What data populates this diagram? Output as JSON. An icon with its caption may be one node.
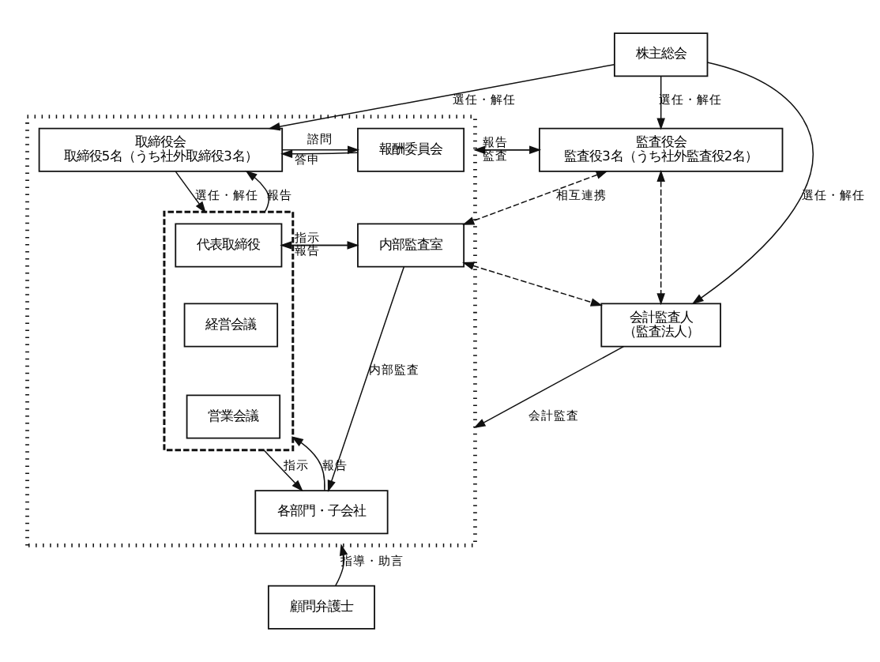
{
  "diagram": {
    "nodes": [
      {
        "text": [
          "株主総会"
        ]
      },
      {
        "text": [],
        "shape": "box"
      },
      {
        "text": [
          "取締役会",
          "取締役5名（うち社外取締役3名）"
        ],
        "in": 1
      },
      {
        "text": [
          "報酬委員会"
        ],
        "in": 1
      },
      {
        "text": [],
        "shape": "box",
        "in": 1
      },
      {
        "text": [
          "代表取締役"
        ],
        "in": 4
      },
      {
        "text": [
          "経営会議"
        ],
        "in": 4
      },
      {
        "text": [
          "営業会議"
        ],
        "in": 4
      },
      {
        "text": [
          "内部監査室"
        ],
        "in": 1
      },
      {
        "text": [
          "各部門・子会社"
        ],
        "in": 1
      },
      {
        "text": [
          "監査役会",
          "監査役3名（うち社外監査役2名）"
        ]
      },
      {
        "text": [
          "会計監査人",
          "（監査法人）"
        ]
      },
      {
        "text": [
          "顧問弁護士"
        ]
      }
    ],
    "edges": [
      {
        "from": 0,
        "to": 2,
        "arrow": "to",
        "label": "選任・解任"
      },
      {
        "from": 0,
        "to": 10,
        "arrow": "to",
        "label": "選任・解任"
      },
      {
        "from": 0,
        "to": 11,
        "arrow": "to",
        "label": "選任・解任"
      },
      {
        "from": 2,
        "to": 3,
        "arrow": "to",
        "label": "諮問"
      },
      {
        "from": 3,
        "to": 2,
        "arrow": "to",
        "label": "答申"
      },
      {
        "from": 1,
        "to": 10,
        "arrow": "to",
        "label": "報告"
      },
      {
        "from": 10,
        "to": 1,
        "arrow": "to",
        "label": "監査"
      },
      {
        "from": 2,
        "to": 4,
        "arrow": "to",
        "label": "選任・解任"
      },
      {
        "from": 4,
        "to": 2,
        "arrow": "to",
        "label": "報告"
      },
      {
        "from": 5,
        "to": 8,
        "arrow": "to",
        "label": "指示"
      },
      {
        "from": 8,
        "to": 5,
        "arrow": "to",
        "label": "報告"
      },
      {
        "from": 10,
        "to": 8,
        "arrow": "both",
        "style": "dashed",
        "label": "相互連携"
      },
      {
        "from": 10,
        "to": 11,
        "arrow": "both",
        "style": "dashed"
      },
      {
        "from": 8,
        "to": 11,
        "arrow": "both",
        "style": "dashed"
      },
      {
        "from": 8,
        "to": 9,
        "arrow": "to",
        "label": "内部監査"
      },
      {
        "from": 11,
        "to": 1,
        "arrow": "to",
        "label": "会計監査"
      },
      {
        "from": 4,
        "to": 9,
        "arrow": "to",
        "label": "指示"
      },
      {
        "from": 9,
        "to": 4,
        "arrow": "to",
        "label": "報告"
      },
      {
        "from": 12,
        "to": 1,
        "arrow": "to",
        "label": "指導・助言"
      }
    ]
  }
}
